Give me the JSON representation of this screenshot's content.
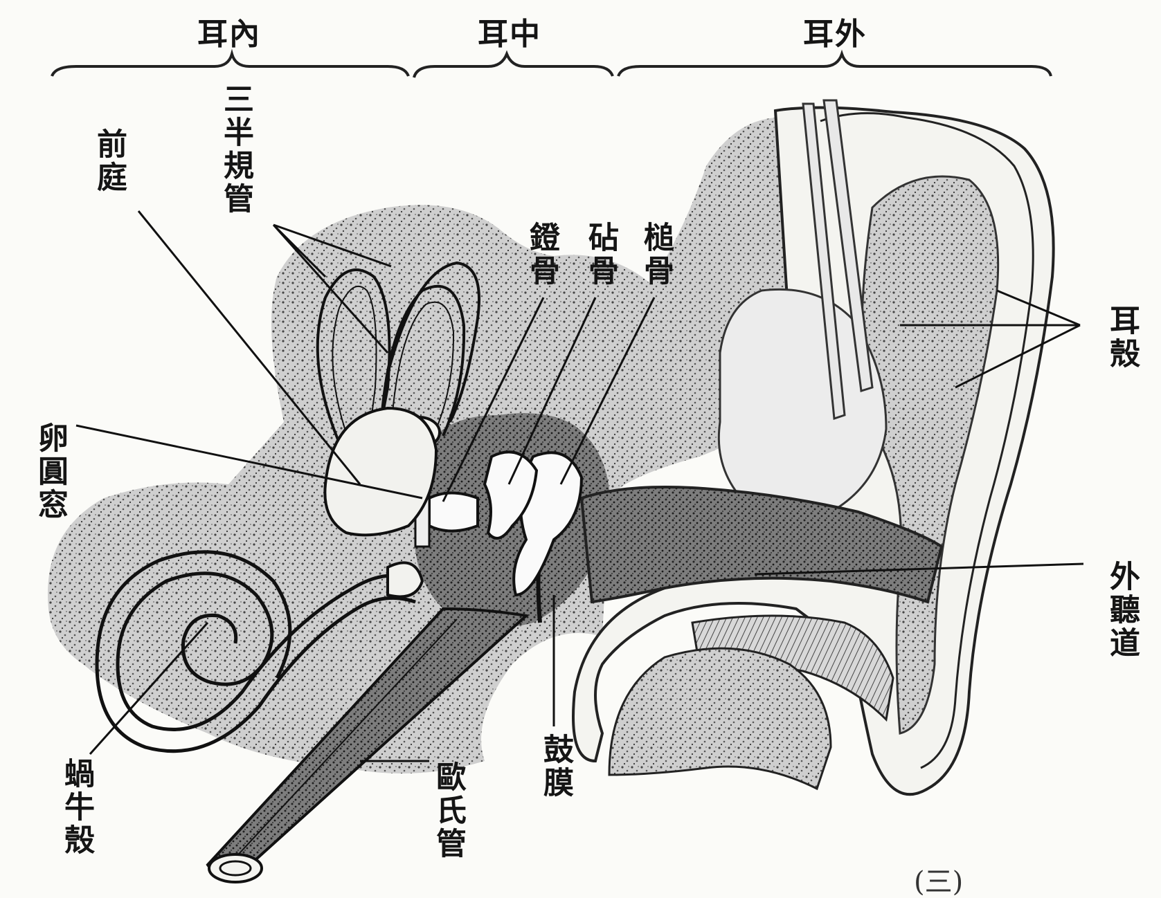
{
  "regions": {
    "inner_ear": "耳內",
    "middle_ear": "耳中",
    "outer_ear": "耳外"
  },
  "labels": {
    "semicircular_canals": "三半規管",
    "vestibule": "前庭",
    "stapes": "鐙骨",
    "incus": "砧骨",
    "malleus": "槌骨",
    "auricle": "耳殼",
    "oval_window": "卵圓窓",
    "external_canal": "外聽道",
    "cochlea": "蝸牛殼",
    "eustachian_tube": "歐氏管",
    "eardrum": "鼓膜"
  },
  "figure_mark": "(三)"
}
